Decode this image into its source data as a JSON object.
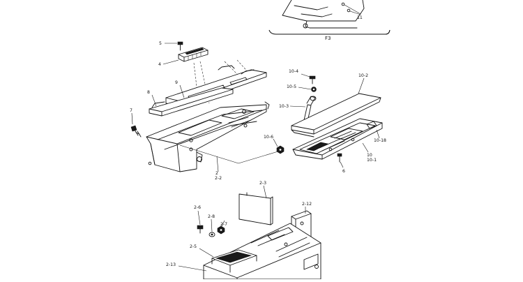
{
  "diagram": {
    "frame_label": "F3",
    "labels": {
      "l11": "11",
      "l5": "5",
      "l4": "4",
      "l8": "8",
      "l9": "9",
      "l7": "7",
      "l2": "2",
      "l2_2": "2-2",
      "l10_4": "10-4",
      "l10_2": "10-2",
      "l10_5": "10-5",
      "l10_3": "10-3",
      "l10_6": "10-6",
      "l10_18": "10-18",
      "l10": "10",
      "l10_1": "10-1",
      "l6": "6",
      "l2_3": "2-3",
      "l2_6": "2-6",
      "l2_8": "2-8",
      "l2_7": "2-7",
      "l2_12": "2-12",
      "l2_5": "2-5",
      "l2_13": "2-13"
    }
  }
}
